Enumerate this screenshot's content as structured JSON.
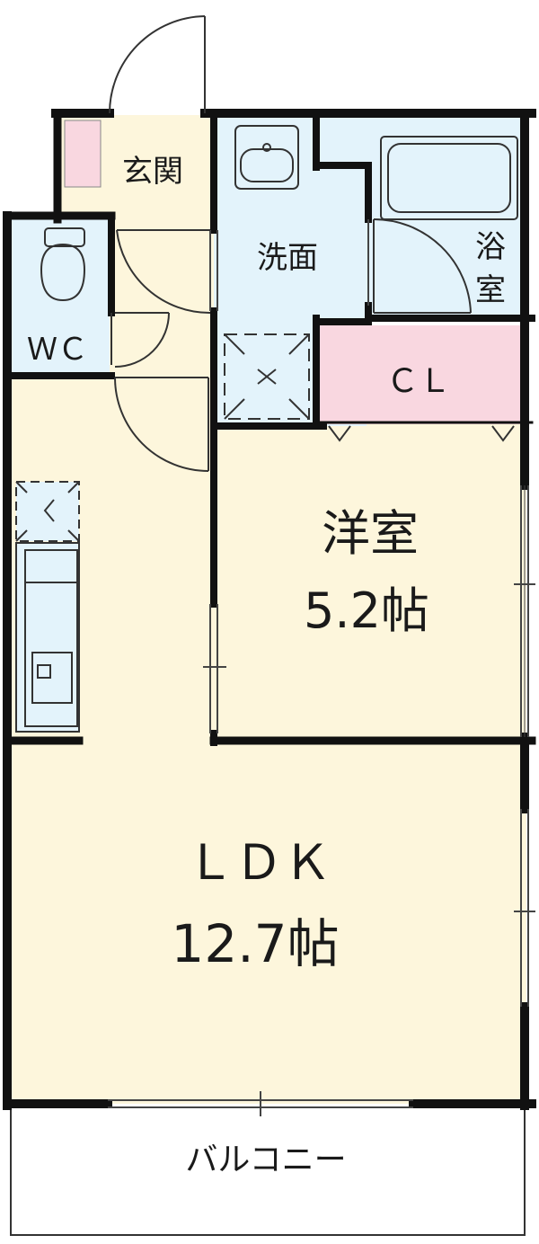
{
  "colors": {
    "wall": "#111111",
    "floor_cream": "#fdf6dc",
    "floor_blue": "#e3f3fb",
    "floor_pink": "#f9d7e0",
    "balcony": "#ffffff",
    "line": "#444444"
  },
  "rooms": {
    "genkan": "玄関",
    "washroom": "洗面",
    "bath_line1": "浴",
    "bath_line2": "室",
    "wc": "ＷＣ",
    "closet": "ＣＬ",
    "western_name": "洋室",
    "western_size": "5.2帖",
    "ldk_name": "ＬＤＫ",
    "ldk_size": "12.7帖",
    "balcony": "バルコニー"
  },
  "icons": [
    "toilet-icon",
    "washbasin-icon",
    "bathtub-icon",
    "washing-machine-pan-icon",
    "refrigerator-space-icon",
    "kitchen-sink-icon",
    "entry-door-icon"
  ]
}
